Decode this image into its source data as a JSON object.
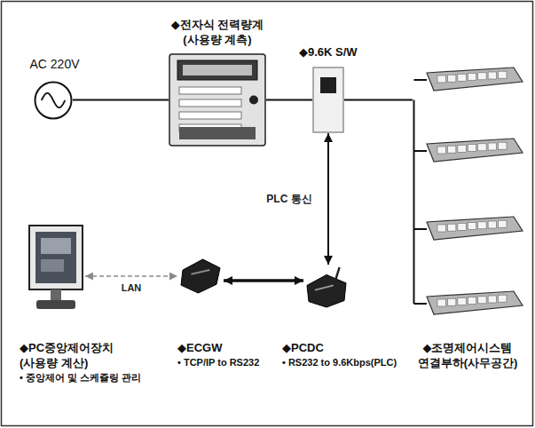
{
  "diagram": {
    "nodes": [
      {
        "text": [
          "AC 220V"
        ]
      },
      {
        "text": [
          "◆전자식 전력량계 (사용량 계측)"
        ]
      },
      {
        "text": [
          "◆9.6K S/W"
        ]
      },
      {
        "text": [
          "◆조명제어시스템 연결부하(사무공간)"
        ]
      },
      {
        "text": [
          "◆PC중앙제어장치 (사용량 계산)",
          "• 중앙제어 및 스케쥴링 관리"
        ]
      },
      {
        "text": [
          "◆ECGW",
          "• TCP/IP to RS232"
        ]
      },
      {
        "text": [
          "◆PCDC",
          "• RS232 to 9.6Kbps(PLC)"
        ]
      }
    ],
    "edges": [
      {
        "from": 0,
        "to": 1,
        "arrow": "none"
      },
      {
        "from": 1,
        "to": 2,
        "arrow": "none"
      },
      {
        "from": 2,
        "to": 3,
        "arrow": "none"
      },
      {
        "from": 2,
        "to": 6,
        "arrow": "both",
        "label": "PLC 통신"
      },
      {
        "from": 4,
        "to": 5,
        "arrow": "both",
        "label": "LAN"
      },
      {
        "from": 5,
        "to": 6,
        "arrow": "both"
      }
    ]
  }
}
